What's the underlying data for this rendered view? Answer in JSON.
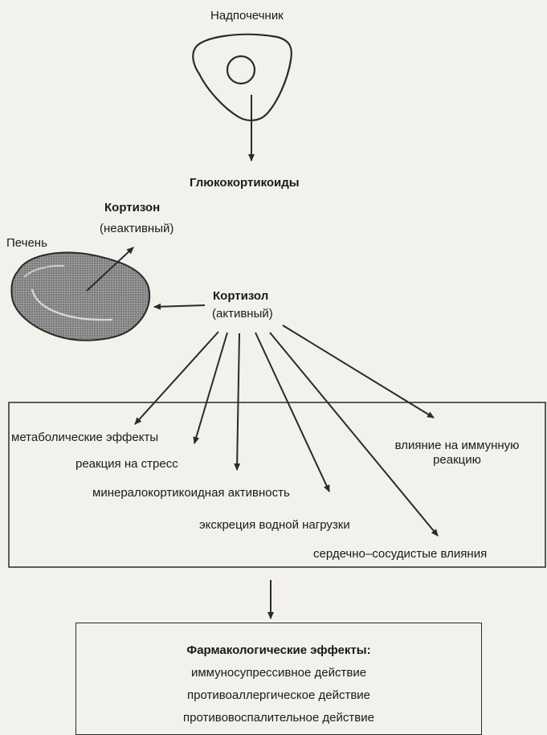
{
  "adrenal_label": "Надпочечник",
  "glucocorticoids_label": "Глюкокортикоиды",
  "cortisone": {
    "name": "Кортизон",
    "state": "(неактивный)"
  },
  "liver_label": "Печень",
  "cortisol": {
    "name": "Кортизол",
    "state": "(активный)"
  },
  "effects": {
    "metabolic": "метаболические эффекты",
    "stress": "реакция на стресс",
    "mineralocorticoid": "минералокортикоидная активность",
    "water": "экскреция водной нагрузки",
    "cardio": "сердечно–сосудистые влияния",
    "immune_line1": "влияние на иммунную",
    "immune_line2": "реакцию"
  },
  "pharmacological": {
    "title": "Фармакологические эффекты:",
    "items": [
      "иммуносупрессивное действие",
      "противоаллергическое действие",
      "противовоспалительное действие"
    ]
  }
}
